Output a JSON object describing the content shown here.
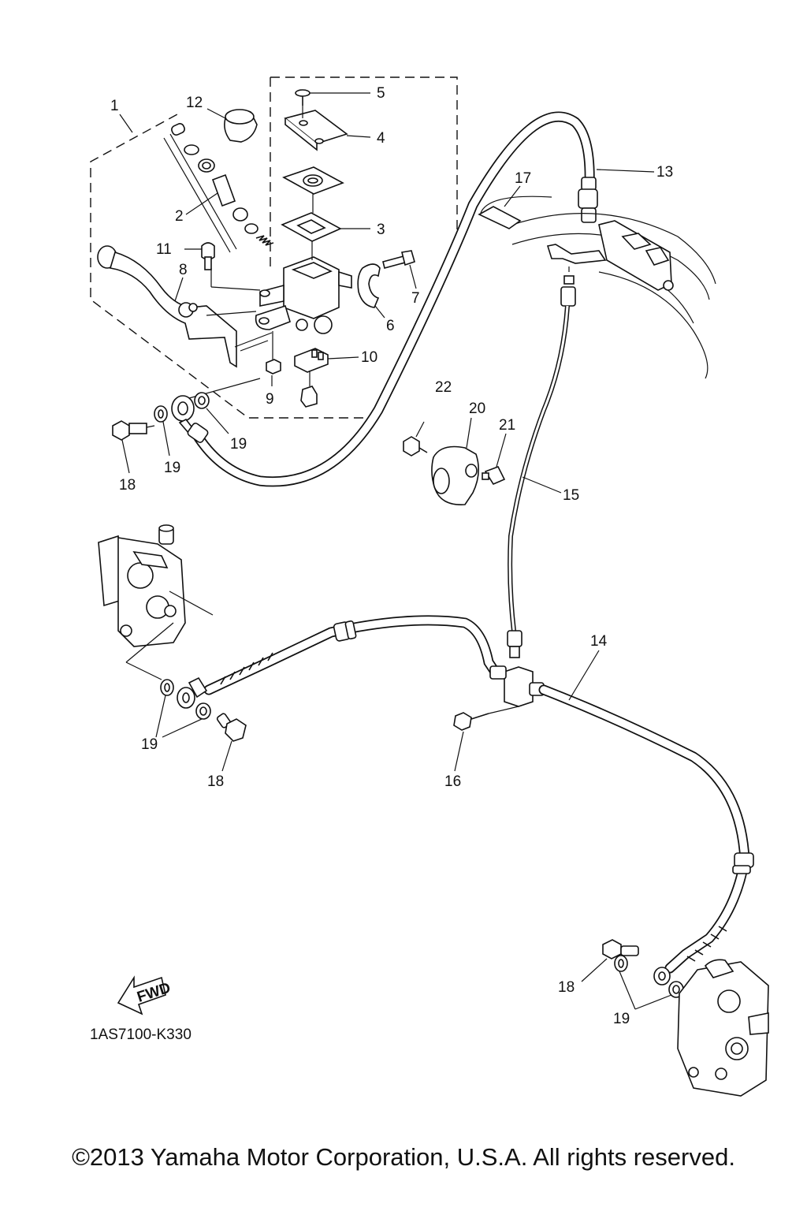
{
  "callouts": {
    "c1": "1",
    "c2": "2",
    "c3": "3",
    "c4": "4",
    "c5": "5",
    "c6": "6",
    "c7": "7",
    "c8": "8",
    "c9": "9",
    "c10": "10",
    "c11": "11",
    "c12": "12",
    "c13": "13",
    "c14": "14",
    "c15": "15",
    "c16": "16",
    "c17": "17",
    "c18a": "18",
    "c18b": "18",
    "c18c": "18",
    "c19a": "19",
    "c19b": "19",
    "c19c": "19",
    "c19d": "19",
    "c20": "20",
    "c21": "21",
    "c22": "22"
  },
  "fwd_label": "FWD",
  "diagram_code": "1AS7100-K330",
  "copyright": "©2013 Yamaha Motor Corporation, U.S.A. All rights reserved."
}
